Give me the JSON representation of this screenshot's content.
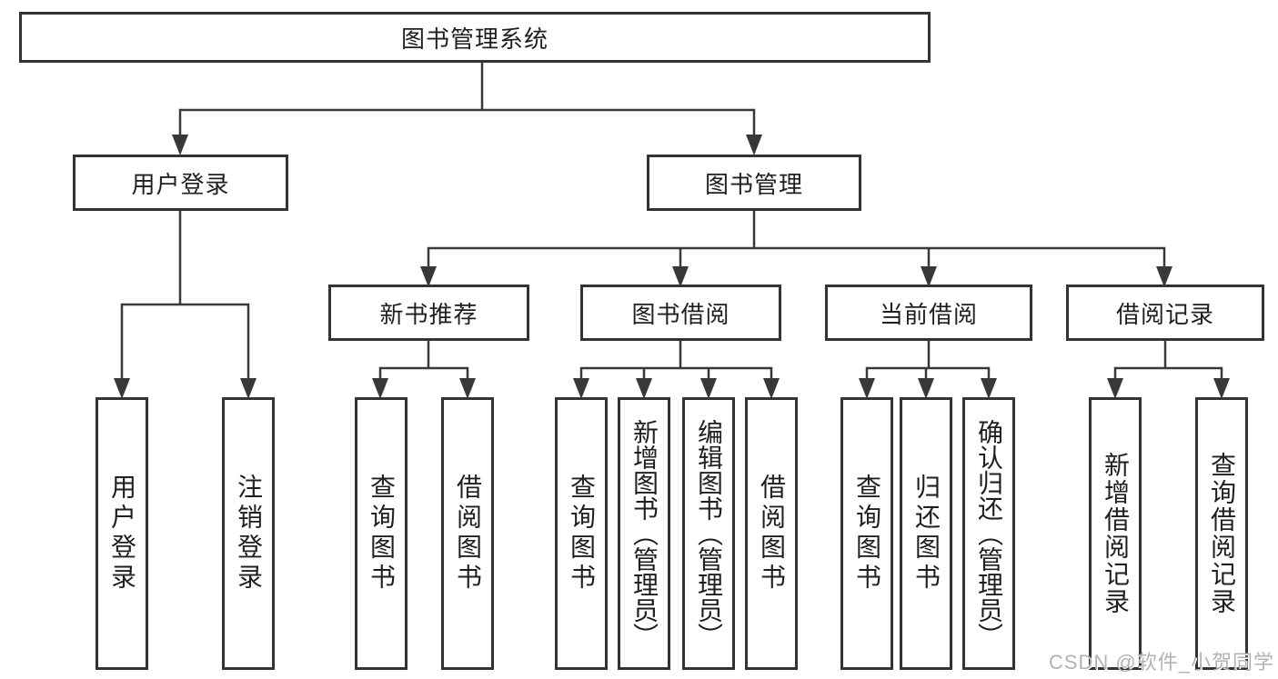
{
  "tree": {
    "root": "图书管理系统",
    "user_login": {
      "label": "用户登录",
      "children": [
        "用户登录",
        "注销登录"
      ]
    },
    "book_mgmt": {
      "label": "图书管理",
      "groups": [
        {
          "label": "新书推荐",
          "children": [
            "查询图书",
            "借阅图书"
          ]
        },
        {
          "label": "图书借阅",
          "children": [
            "查询图书",
            "新增图书（管理员）",
            "编辑图书（管理员）",
            "借阅图书"
          ]
        },
        {
          "label": "当前借阅",
          "children": [
            "查询图书",
            "归还图书",
            "确认归还（管理员）"
          ]
        },
        {
          "label": "借阅记录",
          "children": [
            "新增借阅记录",
            "查询借阅记录"
          ]
        }
      ]
    }
  },
  "watermark": "CSDN @软件_小贺同学",
  "colors": {
    "line": "#383838",
    "box_border": "#333333",
    "text": "#1f1f1f",
    "watermark": "#b2b2b2",
    "background": "#ffffff"
  }
}
